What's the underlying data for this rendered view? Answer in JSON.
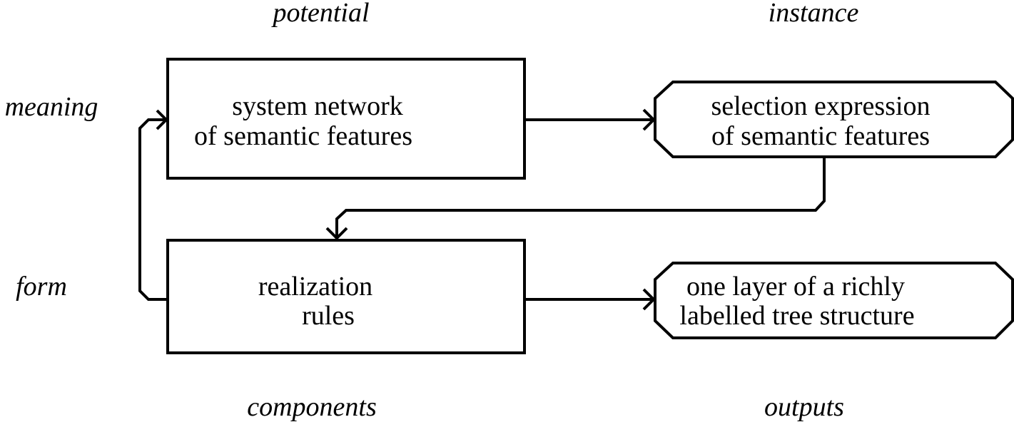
{
  "axes": {
    "potential": "potential",
    "instance": "instance",
    "meaning": "meaning",
    "form": "form",
    "components": "components",
    "outputs": "outputs"
  },
  "boxes": {
    "system_network": {
      "line1": "system network",
      "line2": "of semantic features"
    },
    "selection_expression": {
      "line1": "selection expression",
      "line2": "of semantic features"
    },
    "realization_rules": {
      "line1": "realization",
      "line2": "rules"
    },
    "tree_structure": {
      "line1": "one layer of a richly",
      "line2": "labelled tree structure"
    }
  }
}
